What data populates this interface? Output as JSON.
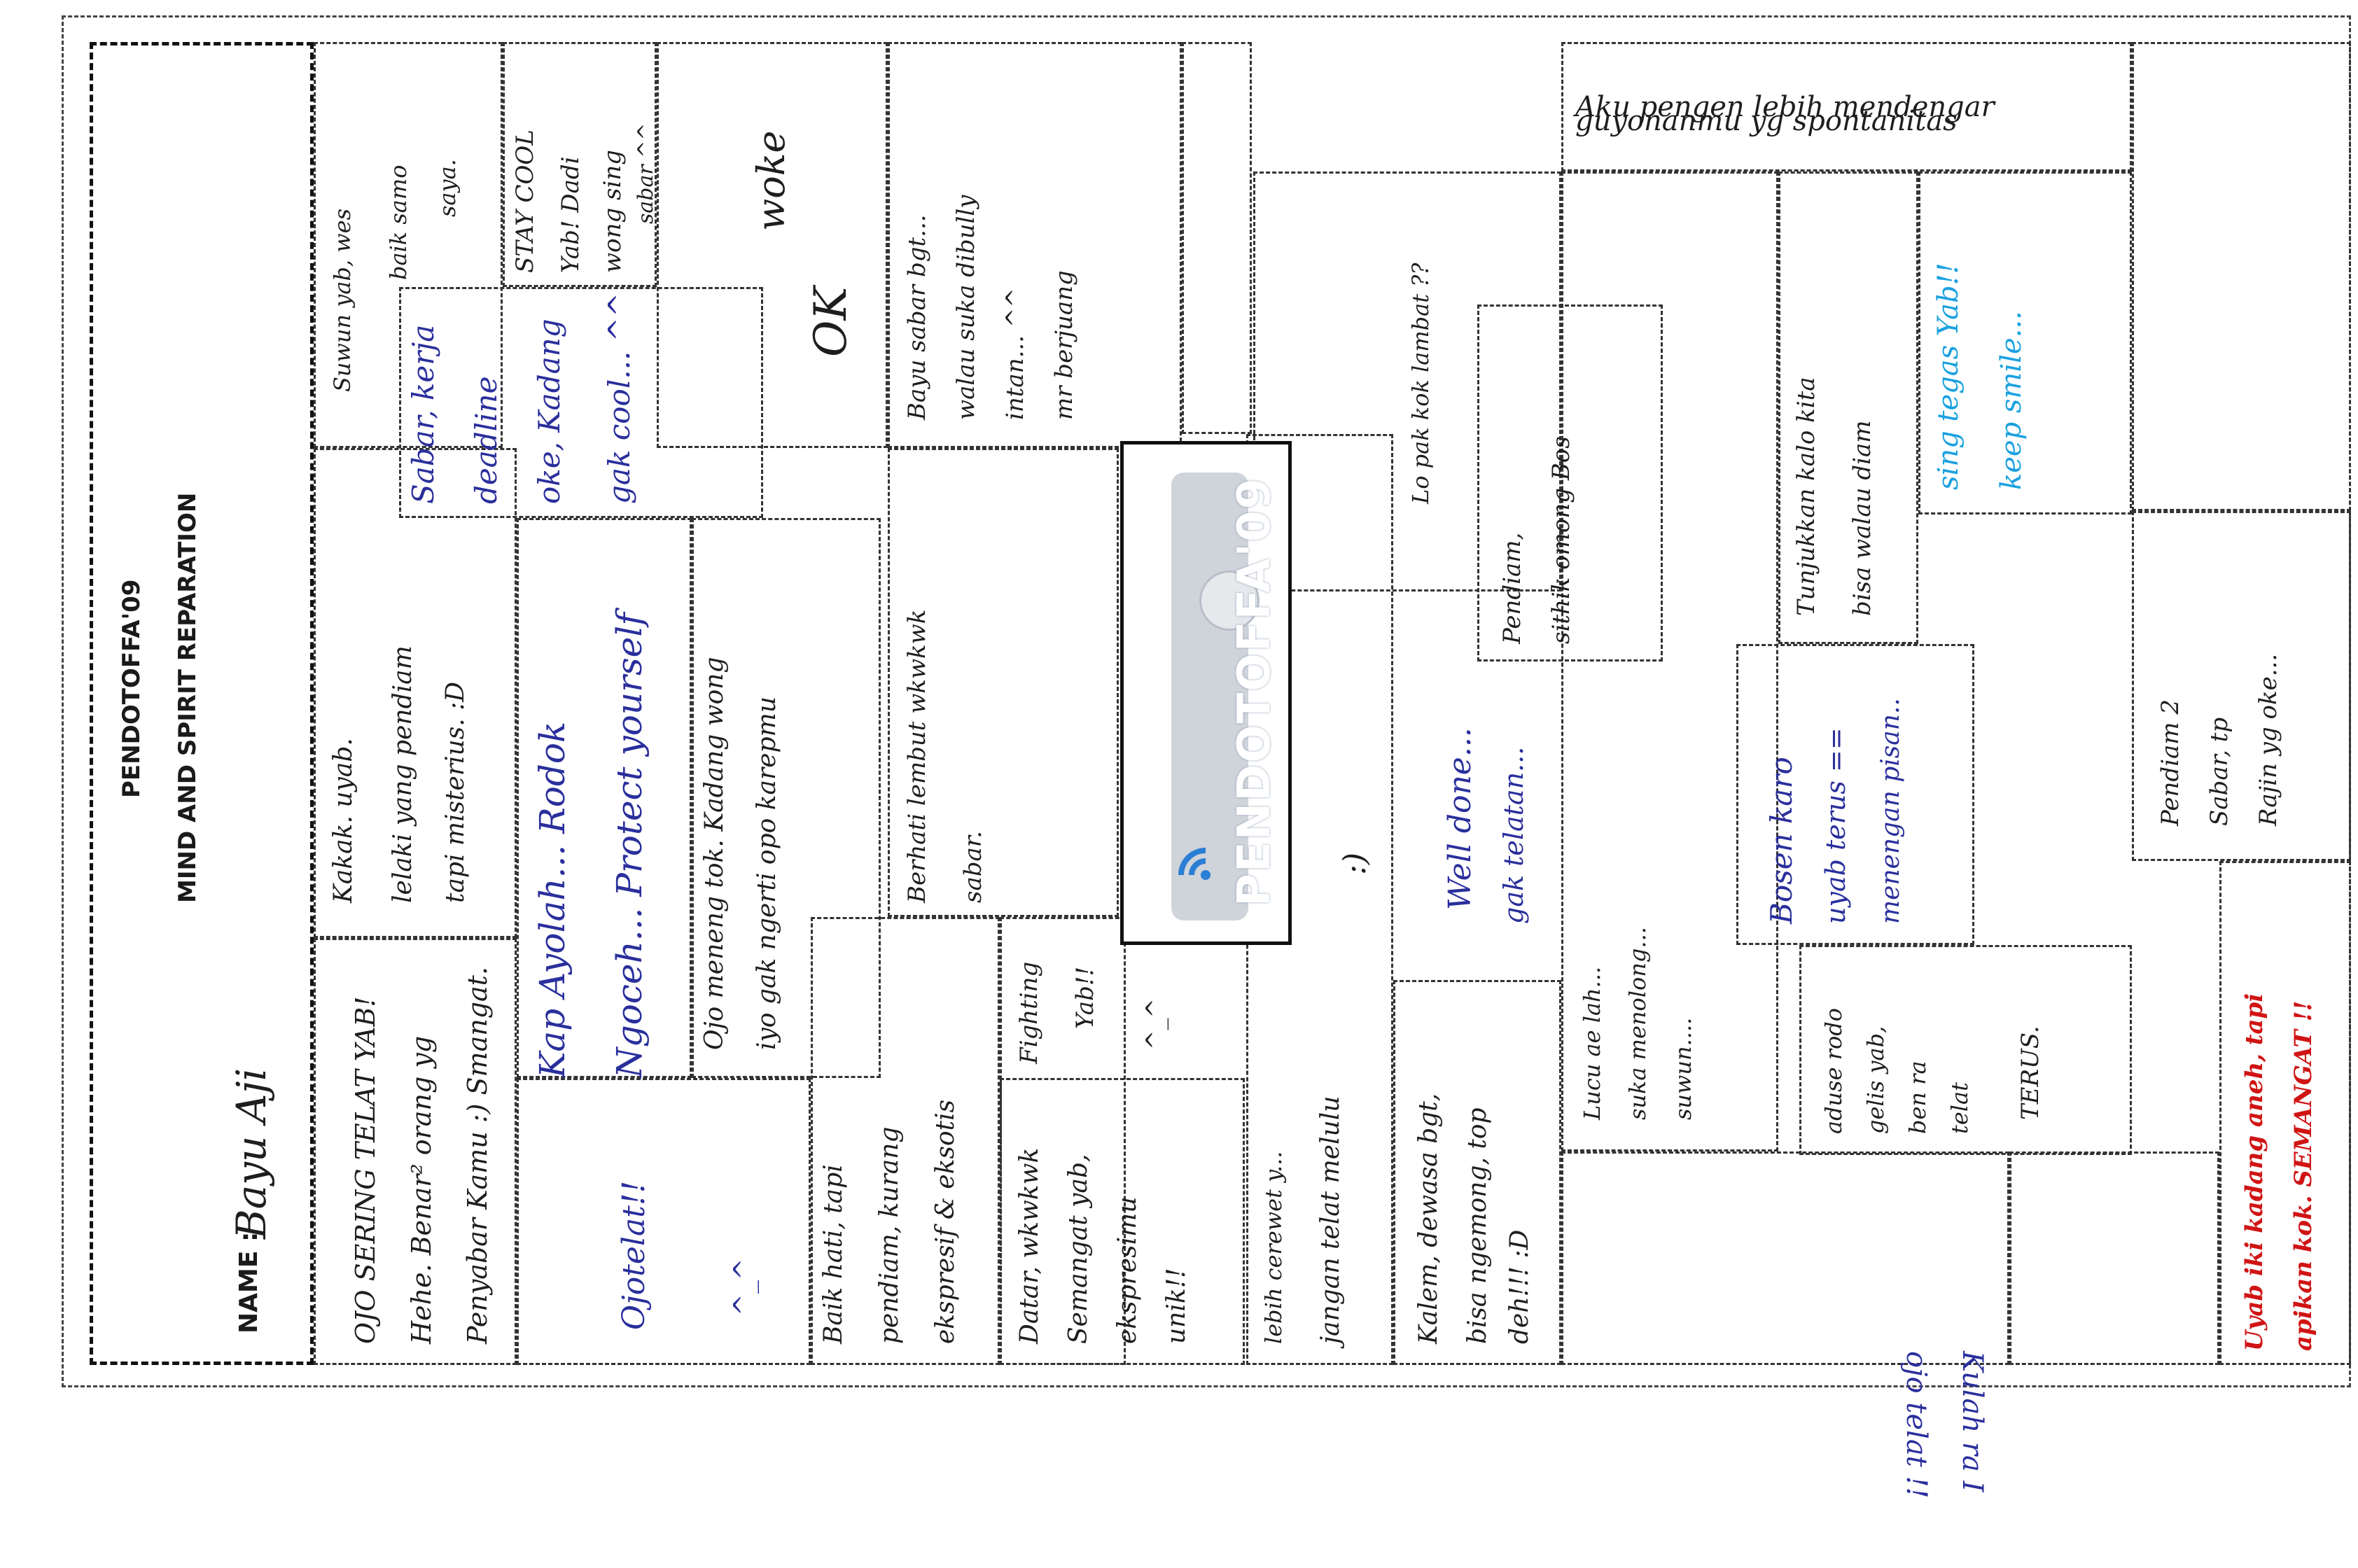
{
  "header": {
    "title": "PENDOTOFFA'09",
    "subtitle": "MIND AND SPIRIT REPARATION",
    "name_label": "NAME :",
    "name_value": "Bayu Aji"
  },
  "logo": {
    "text": "PENDOTOFFA'09"
  },
  "notes": [
    "OJO SERING TELAT YAB!",
    "Hehe. Benar² orang yg",
    "Penyabar Kamu :) Smangat.",
    "Ojotelat!!",
    "^_^",
    "Kap Ayolah... Rodok",
    "Ngoceh... Protect yourself",
    "Ojo meneng tok. Kadang wong",
    "iyo gak ngerti opo karepmu",
    "Kakak. uyab.",
    "lelaki yang pendiam",
    "tapi misterius. :D",
    "Sabar, kerja",
    "deadline",
    "oke, Kadang",
    "gak cool... ^^",
    "Suwun yab, wes",
    "baik samo",
    "saya.",
    "STAY COOL",
    "Yab! Dadi",
    "wong sing",
    "sabar ^^",
    "OK",
    "woke",
    "Baik hati, tapi",
    "pendiam, kurang",
    "ekspresif & eksotis",
    "Berhati lembut wkwkwk",
    "sabar.",
    "Bayu sabar bgt...",
    "walau suka dibully",
    "intan... ^^",
    "mr berjuang",
    "Datar, wkwkwk",
    "Semangat yab,",
    "ekspresimu",
    "unik!!",
    "Fighting",
    "Yab!!",
    "^_^",
    "lebih cerewet y...",
    "jangan telat melulu",
    ":)",
    "Kalem, dewasa bgt,",
    "bisa ngemong, top",
    "deh!!! :D",
    "Well done...",
    "gak telatan...",
    "Lo pak kok lambat ??",
    "Pendiam,",
    "sithik omong Bos",
    "Lucu ae lah...",
    "suka menolong...",
    "suwun....",
    "Aku pengen lebih mendengar",
    "guyonanmu yg spontanitas",
    "Tunjukkan kalo kita",
    "bisa walau diam",
    "sing tegas Yab!!",
    "keep smile...",
    "Bosen karo",
    "uyab terus ==",
    "menengan pisan..",
    "TERUS.",
    "aduse rodo",
    "gelis yab,",
    "ben ra",
    "telat",
    "Pendiam 2",
    "Sabar, tp",
    "Rajin yg oke...",
    "ojo telat !!",
    "Kulah ra I",
    "Uyab iki kadang aneh, tapi",
    "apikan kok. SEMANGAT !!"
  ]
}
